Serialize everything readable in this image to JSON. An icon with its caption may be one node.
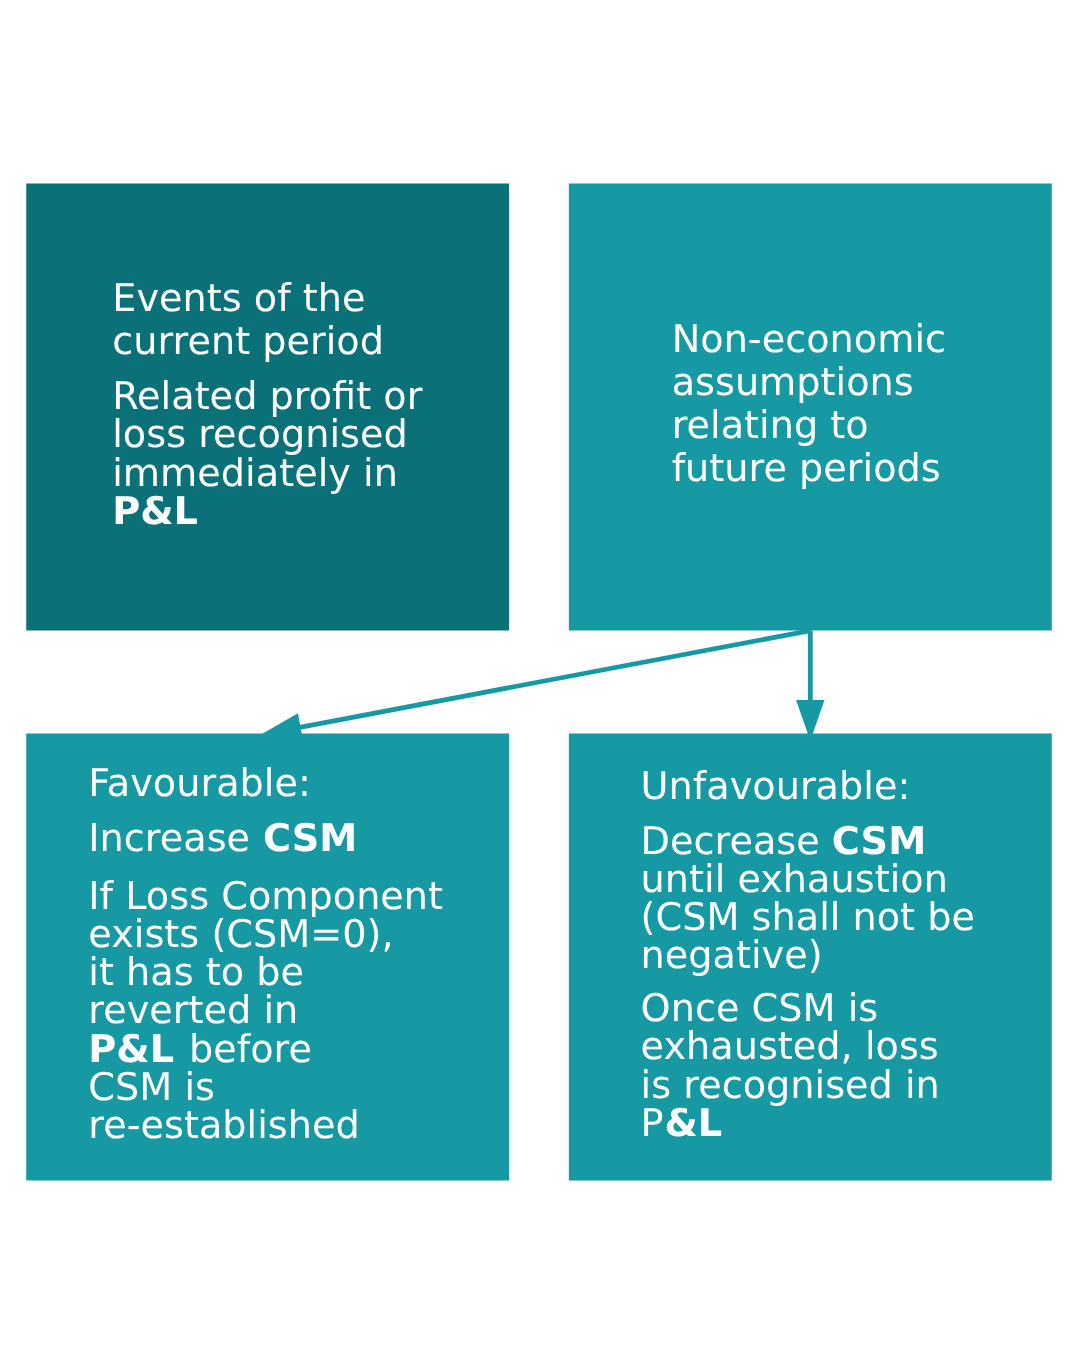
{
  "diagram": {
    "nodes": [
      {
        "text": [
          "Events of the current period",
          "Related profit or loss recognised immediately in **P&L**"
        ]
      },
      {
        "text": [
          "Non-economic assumptions relating to future periods"
        ]
      },
      {
        "text": [
          "Favourable:",
          "Increase **CSM**",
          "If Loss Component exists (CSM=0), it has to be reverted in **P&L** before CSM is re-established"
        ]
      },
      {
        "text": [
          "Unfavourable:",
          "Decrease **CSM** until exhaustion (CSM shall not be negative)",
          "Once CSM is exhausted, loss is recognised in P**&L**"
        ]
      }
    ],
    "edges": [
      {
        "from": 1,
        "to": 2,
        "arrow": "to"
      },
      {
        "from": 1,
        "to": 3,
        "arrow": "to"
      }
    ]
  }
}
